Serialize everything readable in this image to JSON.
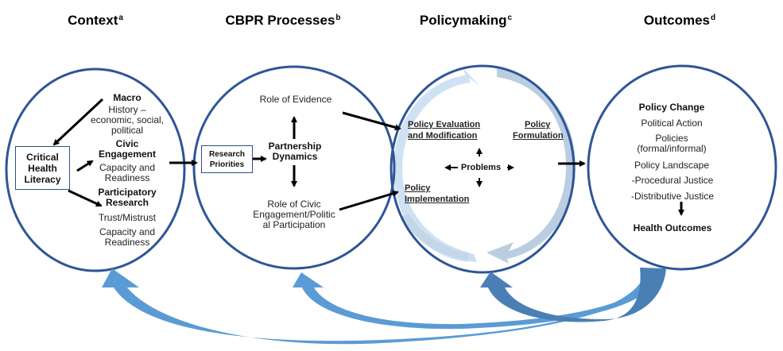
{
  "headers": [
    {
      "label": "Context",
      "sup": "a"
    },
    {
      "label": "CBPR Processes",
      "sup": "b"
    },
    {
      "label": "Policymaking",
      "sup": "c"
    },
    {
      "label": "Outcomes",
      "sup": "d"
    }
  ],
  "context": {
    "macro_title": "Macro",
    "macro_lines": [
      "History –",
      "economic, social,",
      "political"
    ],
    "civic_title": [
      "Civic",
      "Engagement"
    ],
    "civic_lines": [
      "Capacity and",
      "Readiness"
    ],
    "participatory_title": [
      "Participatory",
      "Research"
    ],
    "participatory_lines": [
      "Trust/Mistrust",
      "Capacity and",
      "Readiness"
    ],
    "box_lines": [
      "Critical",
      "Health",
      "Literacy"
    ]
  },
  "cbpr": {
    "box_lines": [
      "Research",
      "Priorities"
    ],
    "role_evidence": "Role of Evidence",
    "partnership": [
      "Partnership",
      "Dynamics"
    ],
    "role_civic": [
      "Role of Civic",
      "Engagement/Politic",
      "al Participation"
    ]
  },
  "policymaking": {
    "evaluation": [
      "Policy Evaluation",
      "and Modification"
    ],
    "formulation": [
      "Policy",
      "Formulation"
    ],
    "implementation": [
      "Policy",
      "Implementation"
    ],
    "problems": "Problems"
  },
  "outcomes": {
    "policy_change": "Policy Change",
    "political_action": "Political Action",
    "policies": [
      "Policies",
      "(formal/informal)"
    ],
    "policy_landscape": "Policy Landscape",
    "procedural": "-Procedural Justice",
    "distributive": "-Distributive Justice",
    "health_outcomes": "Health Outcomes"
  },
  "colors": {
    "circle_stroke": "#2f5597",
    "feedback_arrow": "#5b9bd5",
    "feedback_arrow_dark": "#4a7fb5",
    "cycle_light": "#c9dff3",
    "cycle_mid": "#b4c9de",
    "box_border": "#2c4f8a"
  }
}
